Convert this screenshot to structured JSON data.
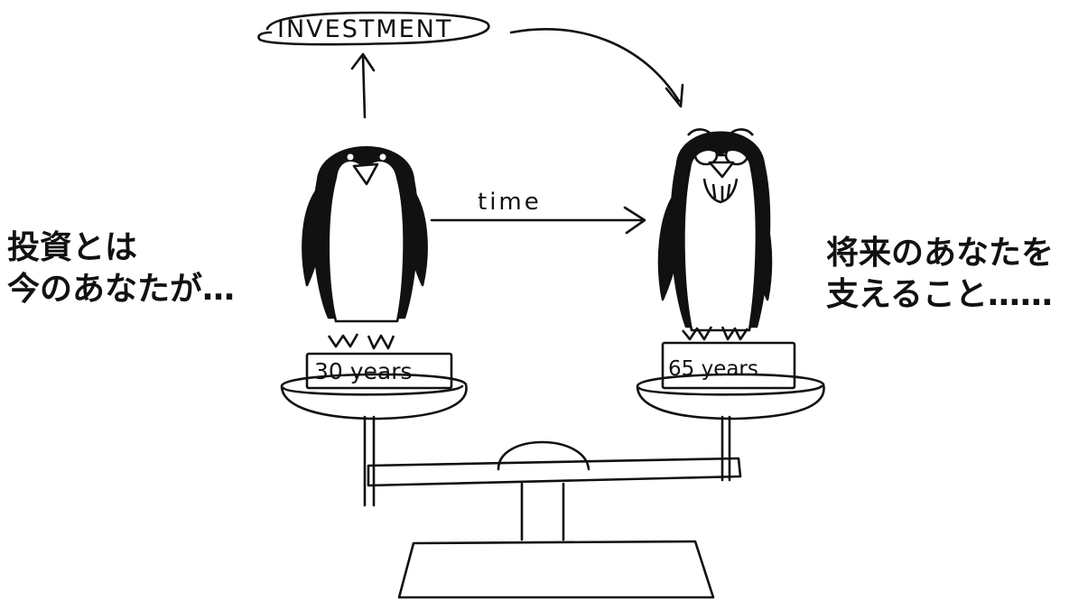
{
  "left_caption": {
    "line1": "投資とは",
    "line2": "今のあなたが…"
  },
  "right_caption": {
    "line1": "将来のあなたを",
    "line2": "支えること……"
  },
  "diagram": {
    "investment_label": "INVESTMENT",
    "time_label": "time",
    "young_age_label": "30 years",
    "old_age_label": "65 years"
  },
  "colors": {
    "ink": "#111111",
    "paper": "#ffffff"
  }
}
